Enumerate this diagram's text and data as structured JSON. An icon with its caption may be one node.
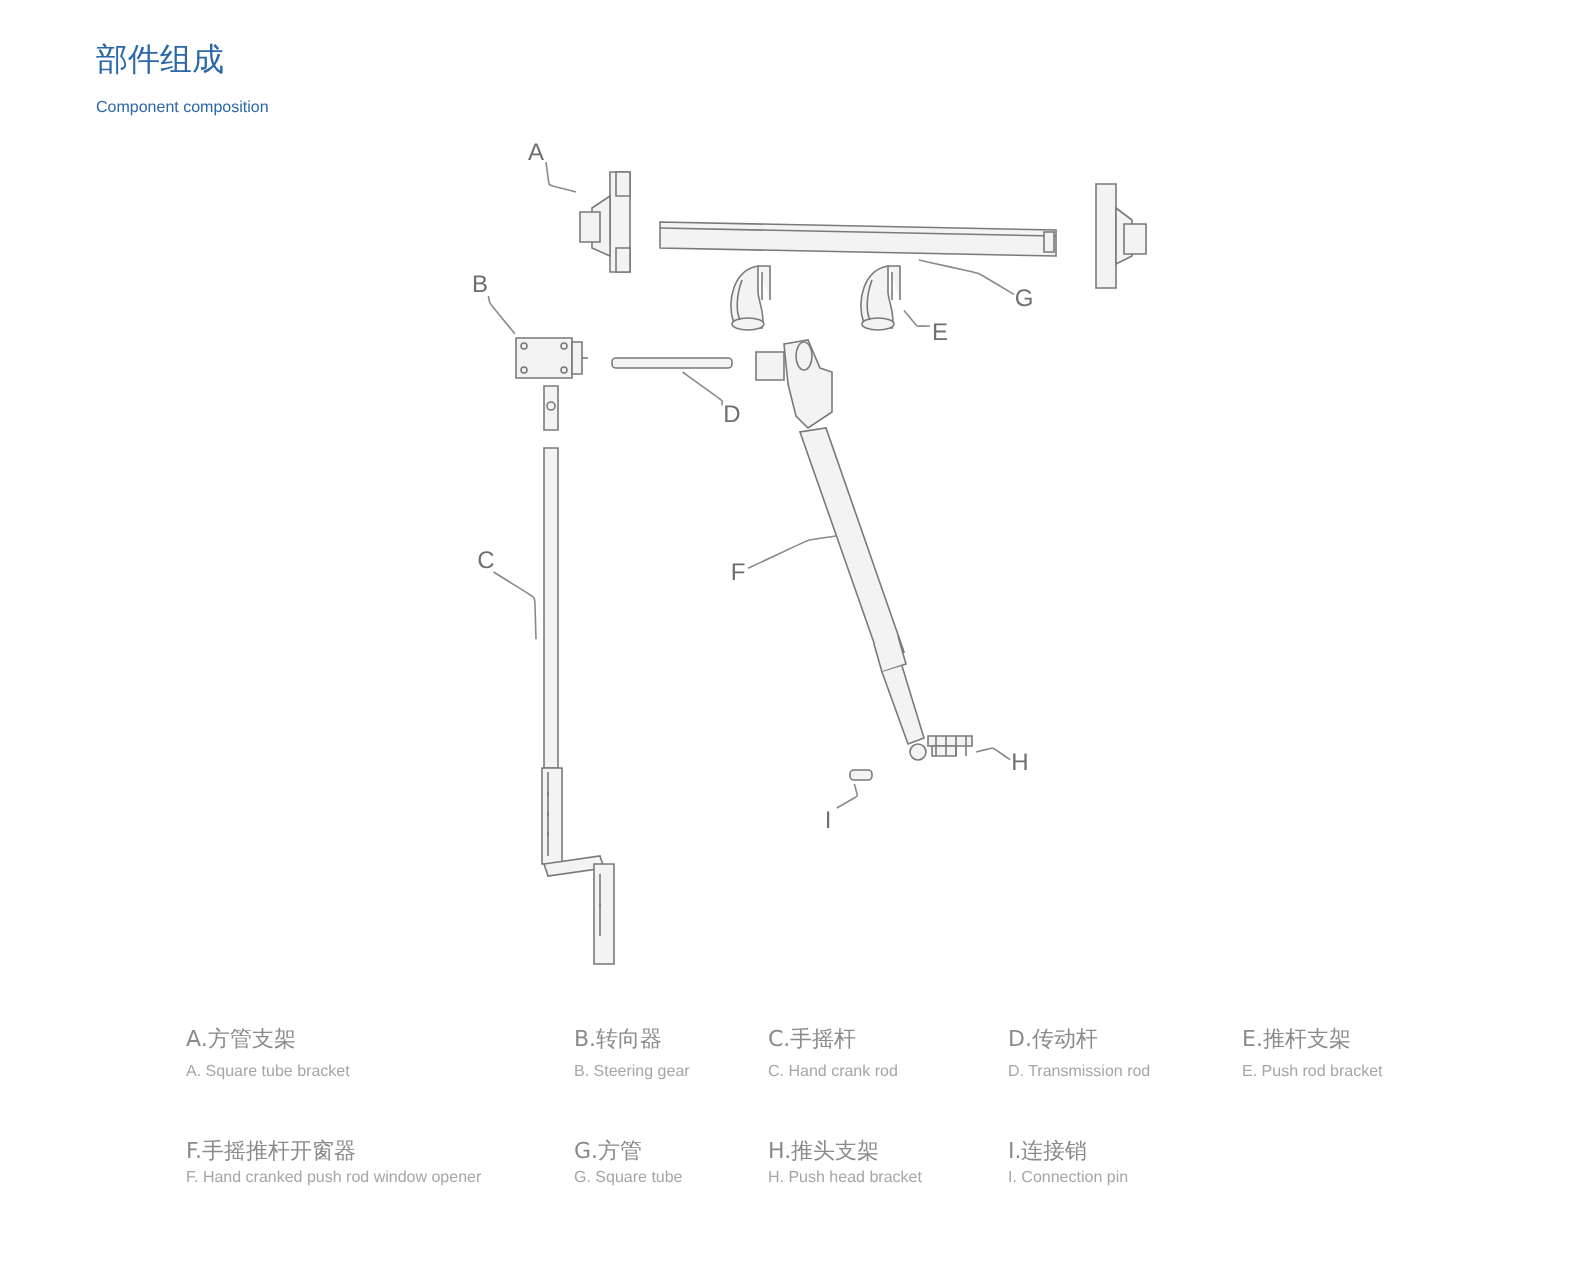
{
  "diagram": {
    "title": "部件组成",
    "nodes": [
      {
        "text": [
          "A"
        ]
      },
      {
        "text": [],
        "shape": "picture"
      },
      {
        "text": [
          "G"
        ]
      },
      {
        "text": [],
        "shape": "picture"
      },
      {
        "text": [
          "B"
        ]
      },
      {
        "text": [],
        "shape": "picture"
      },
      {
        "text": [
          "E"
        ]
      },
      {
        "text": [],
        "shape": "picture"
      },
      {
        "text": [
          "D"
        ]
      },
      {
        "text": [],
        "shape": "bar"
      },
      {
        "text": [
          "C"
        ]
      },
      {
        "text": [],
        "shape": "picture"
      },
      {
        "text": [
          "F"
        ]
      },
      {
        "text": [],
        "shape": "picture"
      },
      {
        "text": [
          "H"
        ]
      },
      {
        "text": [],
        "shape": "picture"
      },
      {
        "text": [
          "I"
        ]
      },
      {
        "text": [],
        "shape": "bar"
      }
    ],
    "edges": [
      {
        "from": 0,
        "to": 1,
        "arrow": "none"
      },
      {
        "from": 2,
        "to": 3,
        "arrow": "none"
      },
      {
        "from": 4,
        "to": 5,
        "arrow": "none"
      },
      {
        "from": 6,
        "to": 7,
        "arrow": "none"
      },
      {
        "from": 8,
        "to": 9,
        "arrow": "none"
      },
      {
        "from": 10,
        "to": 11,
        "arrow": "none"
      },
      {
        "from": 12,
        "to": 13,
        "arrow": "none"
      },
      {
        "from": 14,
        "to": 15,
        "arrow": "none"
      },
      {
        "from": 16,
        "to": 17,
        "arrow": "none"
      }
    ],
    "labels": [
      "Component composition",
      "A.方管支架",
      "A. Square tube bracket",
      "B.转向器",
      "B. Steering gear",
      "C.手摇杆",
      "C. Hand crank rod",
      "D.传动杆",
      "D. Transmission rod",
      "E.推杆支架",
      "E. Push rod bracket",
      "F.手摇推杆开窗器",
      "F. Hand cranked push rod window opener",
      "G.方管",
      "G. Square tube",
      "H.推头支架",
      "H. Push head bracket",
      "I.连接销",
      "I. Connection pin"
    ]
  }
}
